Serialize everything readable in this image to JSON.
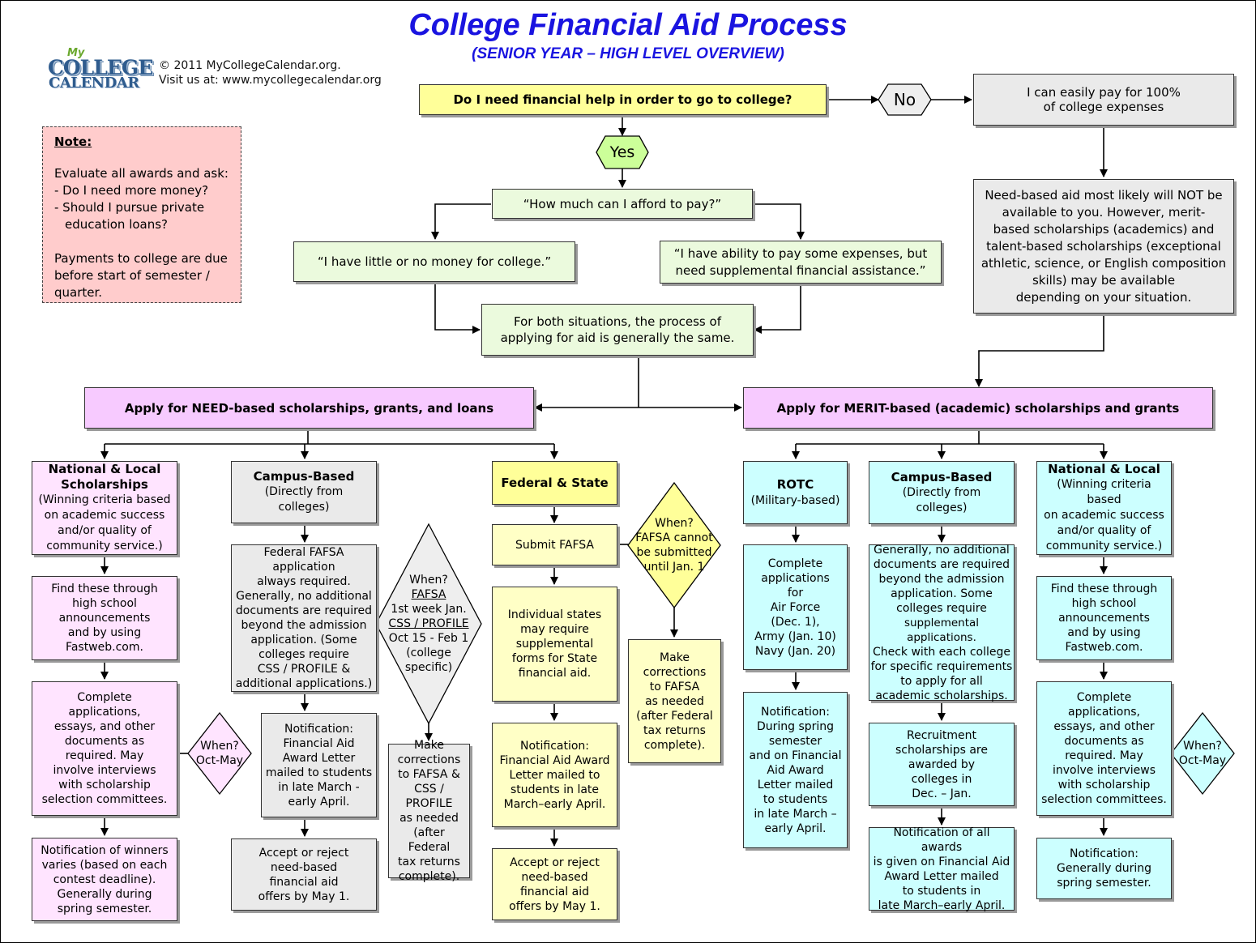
{
  "header": {
    "title": "College Financial Aid Process",
    "subtitle": "(SENIOR YEAR – HIGH LEVEL OVERVIEW)",
    "copyright": "© 2011 MyCollegeCalendar.org.",
    "visit": "Visit us at: www.mycollegecalendar.org",
    "logo_my": "My",
    "logo_line1": "COLLEGE",
    "logo_line2": "CALENDAR"
  },
  "note": {
    "title": "Note:",
    "lines": [
      "Evaluate all awards and ask:",
      "- Do I need more money?",
      "- Should I pursue private",
      "   education loans?"
    ],
    "payment": "Payments to college are due before start of semester / quarter."
  },
  "top": {
    "question": "Do I need financial help in order to go to college?",
    "no": "No",
    "yes": "Yes",
    "easily_pay_1": "I can easily pay for 100%",
    "easily_pay_2": "of college expenses",
    "need_based_info": [
      "Need-based aid most likely will NOT be",
      "available to you. However, merit-",
      "based scholarships (academics) and",
      "talent-based scholarships (exceptional",
      "athletic, science, or English composition",
      "skills) may be available",
      "depending on your situation."
    ],
    "afford": "“How much can I afford to pay?”",
    "little": "“I have little or no money for college.”",
    "some": [
      "“I have ability to pay some expenses, but",
      "need supplemental financial assistance.”"
    ],
    "both": [
      "For both situations, the process of",
      "applying for aid is generally the same."
    ]
  },
  "need": {
    "header": "Apply for NEED-based scholarships, grants, and loans",
    "national": {
      "title": "National & Local Scholarships",
      "desc": [
        "(Winning criteria based",
        "on academic success",
        "and/or quality of",
        "community service.)"
      ],
      "find": [
        "Find these through",
        "high school",
        "announcements",
        "and by using",
        "Fastweb.com."
      ],
      "complete": [
        "Complete",
        "applications,",
        "essays, and other",
        "documents as",
        "required.  May",
        "involve interviews",
        "with scholarship",
        "selection committees."
      ],
      "when": [
        "When?",
        "Oct-May"
      ],
      "notify": [
        "Notification of winners",
        "varies (based on each",
        "contest deadline).",
        "Generally during",
        "spring semester."
      ]
    },
    "campus": {
      "title": "Campus-Based",
      "desc": [
        "(Directly from",
        "colleges)"
      ],
      "fafsa": [
        "Federal FAFSA application",
        "always required.",
        "Generally, no additional",
        "documents are required",
        "beyond the admission",
        "application.  (Some",
        "colleges require",
        "CSS / PROFILE &",
        "additional applications.)"
      ],
      "when": [
        "When?",
        "FAFSA",
        "1st week Jan.",
        "CSS / PROFILE",
        "Oct 15 - Feb 1",
        "(college",
        "specific)"
      ],
      "notify": [
        "Notification:",
        "Financial Aid",
        "Award Letter",
        "mailed to students",
        "in late March -",
        "early April."
      ],
      "accept": [
        "Accept or reject",
        "need-based",
        "financial aid",
        "offers by May 1."
      ],
      "corrections": [
        "Make",
        "corrections",
        "to  FAFSA &",
        "CSS / PROFILE",
        "as needed",
        "(after Federal",
        "tax returns",
        "complete)."
      ]
    },
    "federal": {
      "title": "Federal & State",
      "submit": "Submit FAFSA",
      "when": [
        "When?",
        "FAFSA cannot",
        "be submitted",
        "until Jan. 1"
      ],
      "states": [
        "Individual states",
        "may require",
        "supplemental",
        "forms for State",
        "financial aid."
      ],
      "corrections": [
        "Make",
        "corrections",
        "to  FAFSA",
        "as needed",
        "(after Federal",
        "tax returns",
        "complete)."
      ],
      "notify": [
        "Notification:",
        "Financial Aid Award",
        "Letter mailed to",
        "students in late",
        "March–early April."
      ],
      "accept": [
        "Accept or reject",
        "need-based",
        "financial aid",
        "offers by May 1."
      ]
    }
  },
  "merit": {
    "header": "Apply for MERIT-based (academic) scholarships and grants",
    "rotc": {
      "title": "ROTC",
      "desc": "(Military-based)",
      "complete": [
        "Complete",
        "applications",
        "for",
        "Air Force",
        "(Dec. 1),",
        "Army (Jan. 10)",
        "Navy (Jan. 20)"
      ],
      "notify": [
        "Notification:",
        "During spring",
        "semester",
        "and on Financial",
        "Aid Award",
        "Letter mailed",
        "to students",
        "in late March –",
        "early April."
      ]
    },
    "campus": {
      "title": "Campus-Based",
      "desc": [
        "(Directly from",
        "colleges)"
      ],
      "general": [
        "Generally, no additional",
        "documents are required",
        "beyond the admission",
        "application.  Some",
        "colleges require",
        "supplemental applications.",
        "Check with each college",
        "for specific requirements",
        "to apply for all",
        "academic scholarships."
      ],
      "recruit": [
        "Recruitment",
        "scholarships are",
        "awarded by",
        "colleges in",
        "Dec. – Jan."
      ],
      "notify": [
        "Notification of all awards",
        "is given on Financial Aid",
        "Award Letter mailed",
        "to students in",
        "late March–early April."
      ]
    },
    "national": {
      "title": "National & Local",
      "desc": [
        "(Winning criteria based",
        "on academic success",
        "and/or quality of",
        "community service.)"
      ],
      "find": [
        "Find these through",
        "high school",
        "announcements",
        "and by using",
        "Fastweb.com."
      ],
      "complete": [
        "Complete",
        "applications,",
        "essays, and other",
        "documents as",
        "required.  May",
        "involve interviews",
        "with scholarship",
        "selection committees."
      ],
      "when": [
        "When?",
        "Oct-May"
      ],
      "notify": [
        "Notification:",
        "Generally during",
        "spring semester."
      ]
    }
  }
}
